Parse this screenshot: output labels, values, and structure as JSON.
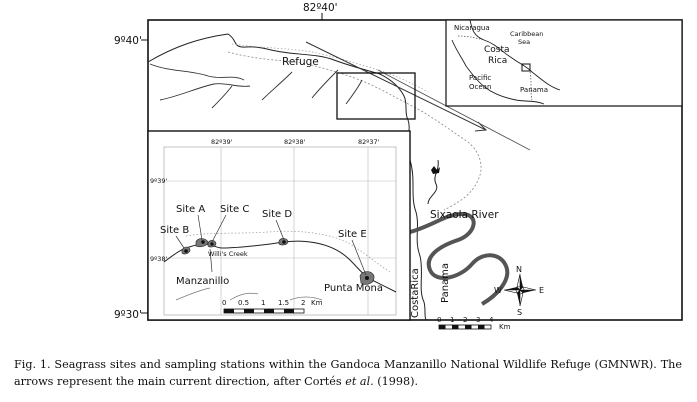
{
  "map": {
    "top_longitude": "82º40'",
    "left_latitude_top": "9º40'",
    "left_latitude_bottom": "9º30'",
    "refuge_label": "Refuge",
    "river_label": "Sixaola River",
    "country_costa_rica": "CostaRica",
    "country_panama": "Panama",
    "inset": {
      "nicaragua": "Nicaragua",
      "caribbean_line1": "Caribbean",
      "caribbean_line2": "Sea",
      "costa_line1": "Costa",
      "costa_line2": "Rica",
      "pacific_line1": "Pacific",
      "pacific_line2": "Ocean",
      "panama": "Panama"
    },
    "detail": {
      "lon_1": "82º39'",
      "lon_2": "82º38'",
      "lon_3": "82º37'",
      "lat_1": "9º39'",
      "lat_2": "9º38'",
      "sites": [
        "Site A",
        "Site B",
        "Site C",
        "Site D",
        "Site E"
      ],
      "willis_creek": "Willi's Creek",
      "manzanillo": "Manzanillo",
      "punta_mona": "Punta Mona",
      "scale_ticks": [
        "0",
        "0.5",
        "1",
        "1.5",
        "2"
      ],
      "scale_unit": "Km"
    },
    "main_scale_ticks": [
      "0",
      "1",
      "2",
      "3",
      "4"
    ],
    "main_scale_unit": "Km",
    "compass": {
      "n": "N",
      "s": "S",
      "e": "E",
      "w": "W"
    }
  },
  "caption": {
    "prefix": "Fig. 1. Seagrass sites and sampling stations within the Gandoca Manzanillo National Wildlife Refuge (GMNWR). The arrows represent the main current direction, after Cortés ",
    "emph": "et al.",
    "suffix": " (1998)."
  }
}
